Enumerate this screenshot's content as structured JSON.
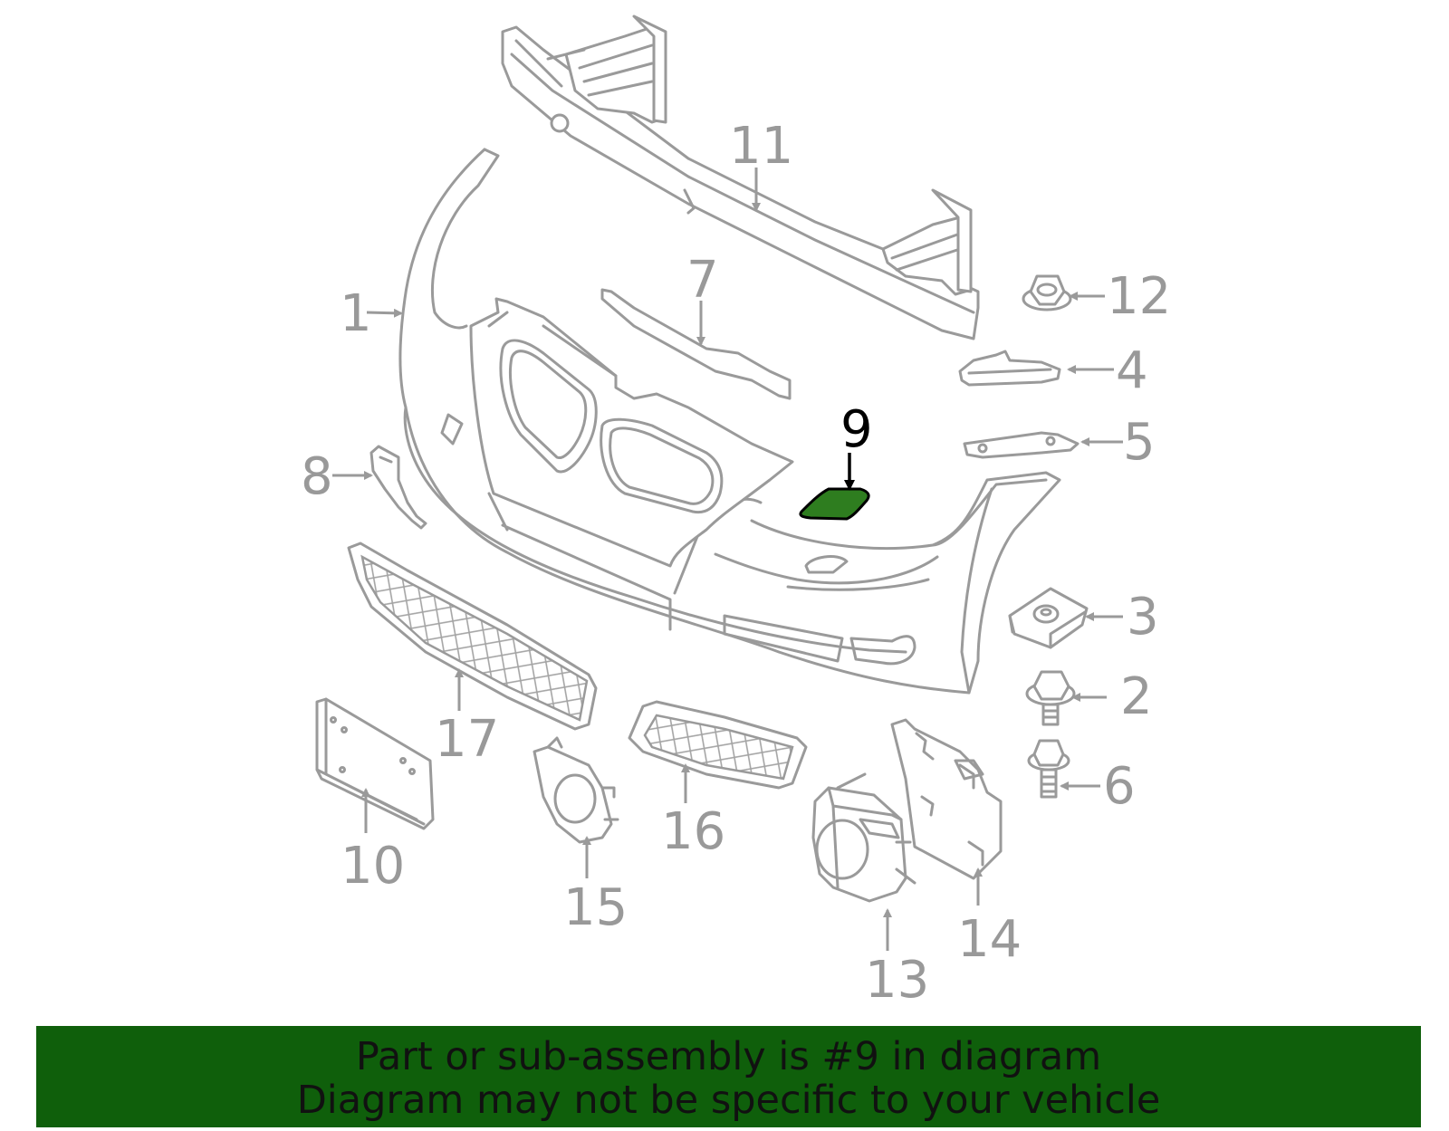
{
  "diagram": {
    "highlight_color": "#2e7d1f",
    "callouts": {
      "c1": "1",
      "c2": "2",
      "c3": "3",
      "c4": "4",
      "c5": "5",
      "c6": "6",
      "c7": "7",
      "c8": "8",
      "c9": "9",
      "c10": "10",
      "c11": "11",
      "c12": "12",
      "c13": "13",
      "c14": "14",
      "c15": "15",
      "c16": "16",
      "c17": "17"
    }
  },
  "banner": {
    "line1": "Part or sub-assembly is #9 in diagram",
    "line2": "Diagram may not be specific to your vehicle",
    "background": "#0f5f0b"
  }
}
